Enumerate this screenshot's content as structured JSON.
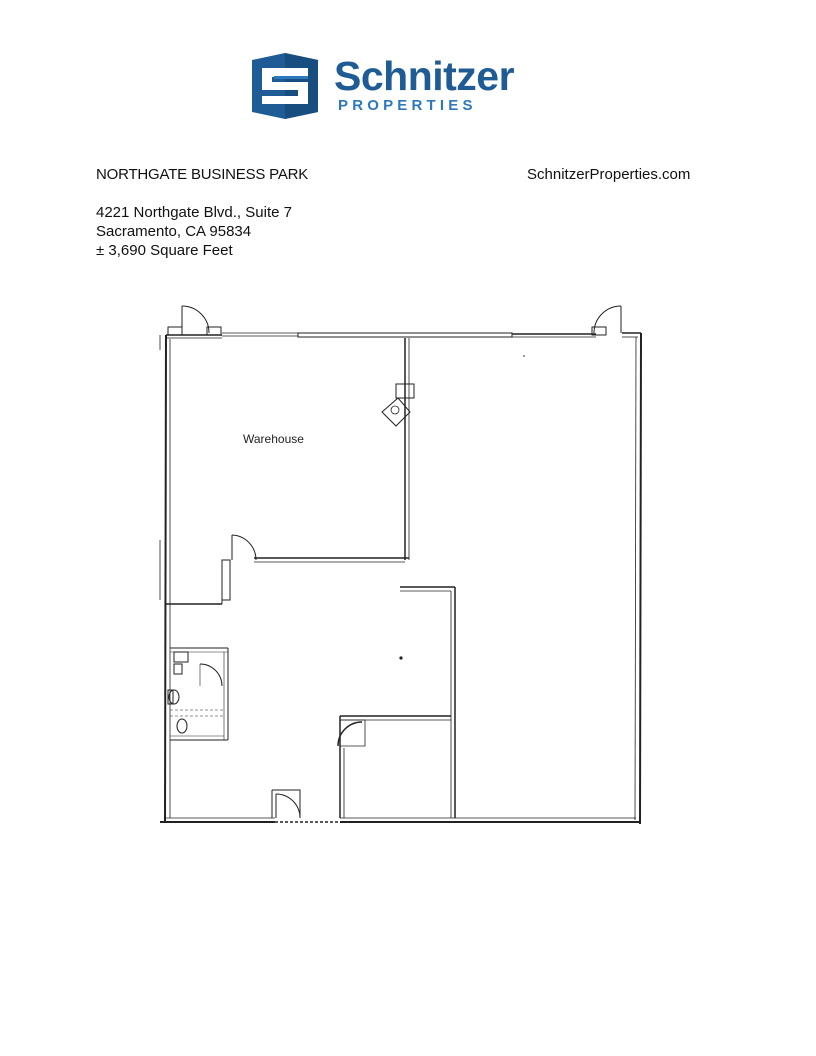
{
  "brand": {
    "name": "Schnitzer",
    "subtitle": "PROPERTIES",
    "colors": {
      "dark_blue": "#1f5c96",
      "light_blue": "#2d79bd"
    },
    "icon": "schnitzer-s-logo-icon"
  },
  "header": {
    "title": "NORTHGATE BUSINESS PARK",
    "website": "SchnitzerProperties.com"
  },
  "address": {
    "street": "4221 Northgate Blvd., Suite 7",
    "city": "Sacramento, CA 95834",
    "size": "± 3,690 Square Feet"
  },
  "floorplan": {
    "rooms": {
      "warehouse": "Warehouse"
    }
  }
}
